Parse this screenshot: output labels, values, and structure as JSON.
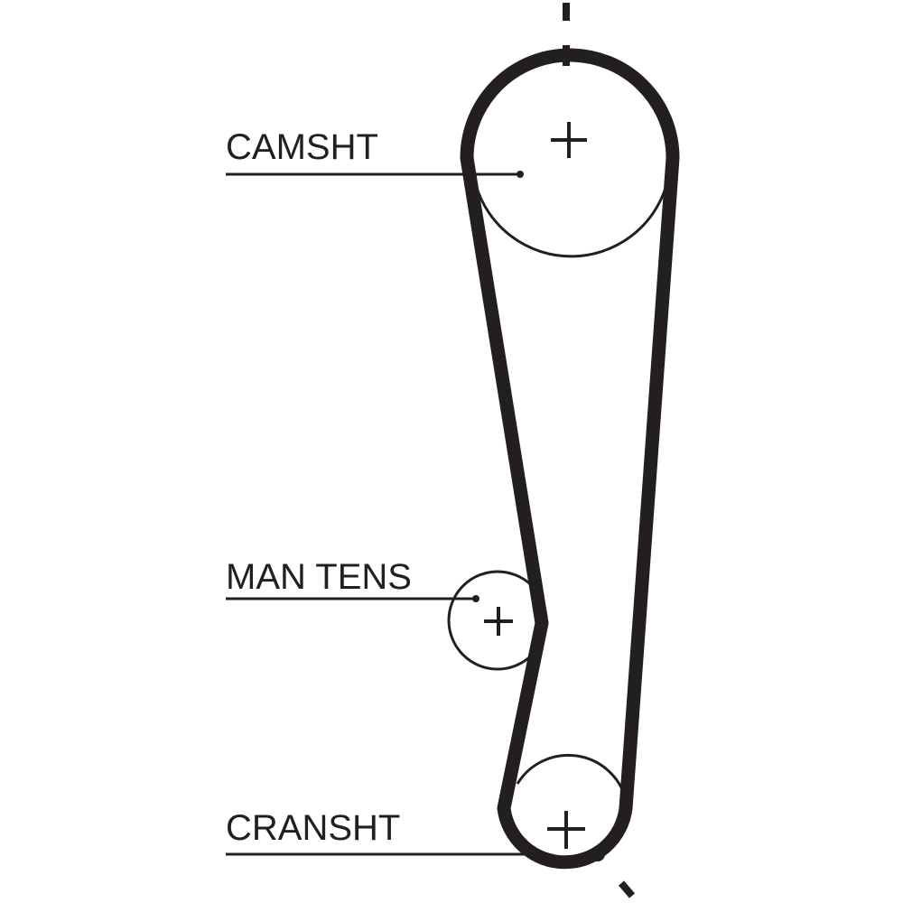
{
  "diagram": {
    "title": "Timing belt routing",
    "labels": {
      "camshaft": "CAMSHT",
      "tensioner": "MAN TENS",
      "crankshaft": "CRANSHT"
    },
    "colors": {
      "ink": "#231f20",
      "background": "#ffffff"
    }
  }
}
